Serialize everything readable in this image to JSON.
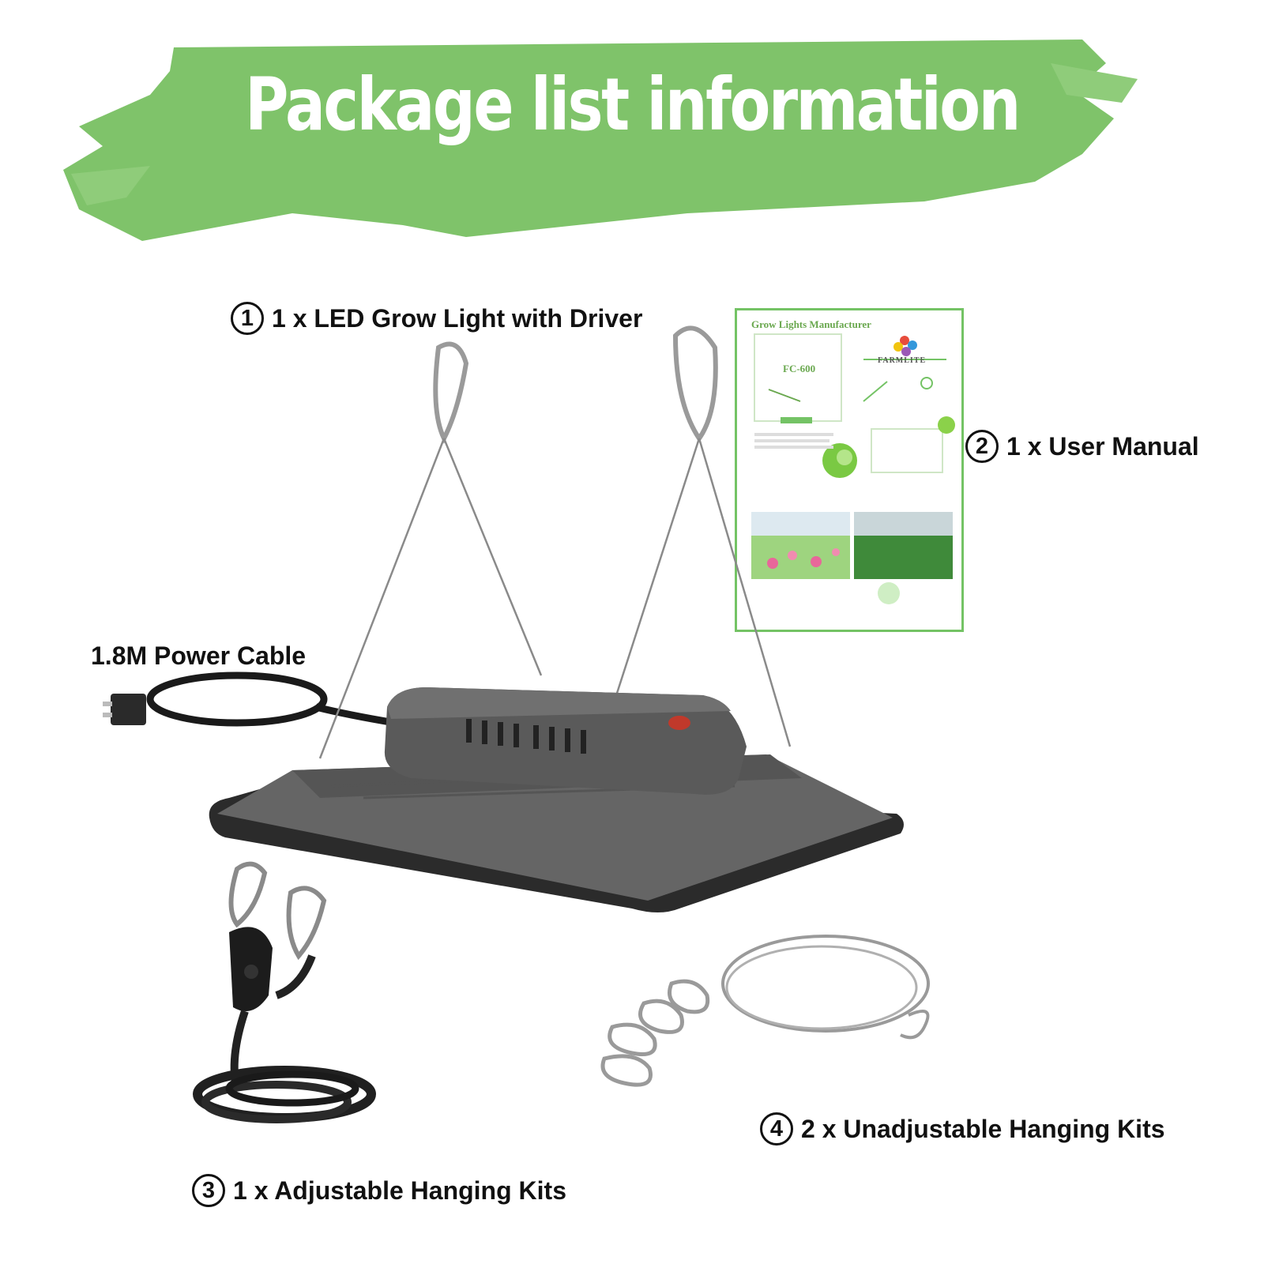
{
  "banner": {
    "title": "Package list information",
    "color": "#7fc36a"
  },
  "items": [
    {
      "number": "1",
      "label": "1 x LED Grow Light with Driver"
    },
    {
      "number": "2",
      "label": "1 x User Manual"
    },
    {
      "number": "3",
      "label": "1 x Adjustable Hanging Kits"
    },
    {
      "number": "4",
      "label": "2 x Unadjustable Hanging Kits"
    }
  ],
  "cable_label": "1.8M Power Cable",
  "manual": {
    "header": "Grow Lights Manufacturer",
    "brand": "FARMLITE",
    "model": "FC-600"
  },
  "colors": {
    "accent": "#74c365",
    "text": "#111111",
    "housing": "#606060"
  }
}
